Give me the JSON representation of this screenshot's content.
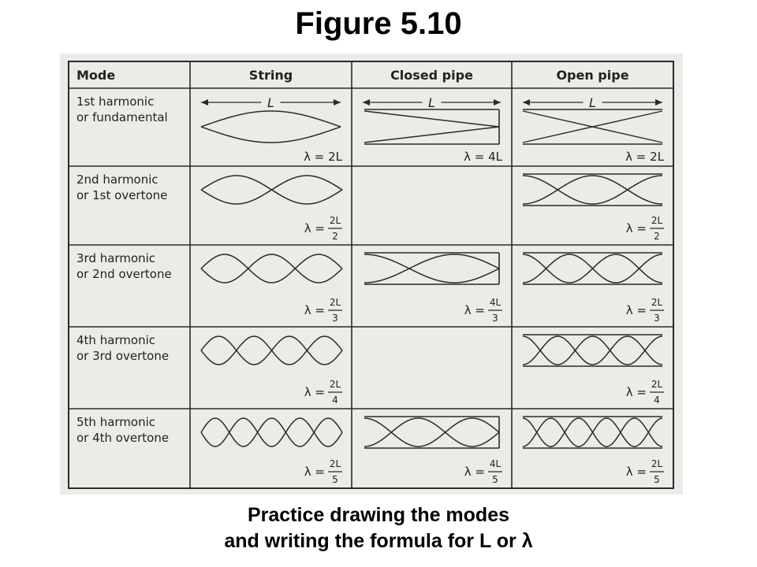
{
  "title": "Figure 5.10",
  "table": {
    "headers": [
      "Mode",
      "String",
      "Closed pipe",
      "Open pipe"
    ],
    "length_label": "L",
    "rows": [
      {
        "mode": [
          "1st harmonic",
          "or fundamental"
        ],
        "string": {
          "loops": 1,
          "formula": {
            "type": "inline",
            "text": "λ = 2L"
          }
        },
        "closed": {
          "quarters": 1,
          "formula": {
            "type": "inline",
            "text": "λ = 4L"
          }
        },
        "open": {
          "halves": 1,
          "formula": {
            "type": "inline",
            "text": "λ = 2L"
          }
        }
      },
      {
        "mode": [
          "2nd harmonic",
          "or 1st overtone"
        ],
        "string": {
          "loops": 2,
          "formula": {
            "type": "fraction",
            "prefix": "λ =",
            "num": "2L",
            "den": "2"
          }
        },
        "closed": null,
        "open": {
          "halves": 2,
          "formula": {
            "type": "fraction",
            "prefix": "λ =",
            "num": "2L",
            "den": "2"
          }
        }
      },
      {
        "mode": [
          "3rd harmonic",
          "or 2nd overtone"
        ],
        "string": {
          "loops": 3,
          "formula": {
            "type": "fraction",
            "prefix": "λ =",
            "num": "2L",
            "den": "3"
          }
        },
        "closed": {
          "quarters": 3,
          "formula": {
            "type": "fraction",
            "prefix": "λ =",
            "num": "4L",
            "den": "3"
          }
        },
        "open": {
          "halves": 3,
          "formula": {
            "type": "fraction",
            "prefix": "λ =",
            "num": "2L",
            "den": "3"
          }
        }
      },
      {
        "mode": [
          "4th harmonic",
          "or 3rd overtone"
        ],
        "string": {
          "loops": 4,
          "formula": {
            "type": "fraction",
            "prefix": "λ =",
            "num": "2L",
            "den": "4"
          }
        },
        "closed": null,
        "open": {
          "halves": 4,
          "formula": {
            "type": "fraction",
            "prefix": "λ =",
            "num": "2L",
            "den": "4"
          }
        }
      },
      {
        "mode": [
          "5th harmonic",
          "or 4th overtone"
        ],
        "string": {
          "loops": 5,
          "formula": {
            "type": "fraction",
            "prefix": "λ =",
            "num": "2L",
            "den": "5"
          }
        },
        "closed": {
          "quarters": 5,
          "formula": {
            "type": "fraction",
            "prefix": "λ =",
            "num": "4L",
            "den": "5"
          }
        },
        "open": {
          "halves": 5,
          "formula": {
            "type": "fraction",
            "prefix": "λ =",
            "num": "2L",
            "den": "5"
          }
        }
      }
    ]
  },
  "caption": {
    "line1": "Practice drawing the modes",
    "line2": "and writing the formula for L or λ"
  },
  "colors": {
    "ink": "#2a2a2a",
    "paper": "#ecebe7",
    "background": "#ffffff"
  }
}
